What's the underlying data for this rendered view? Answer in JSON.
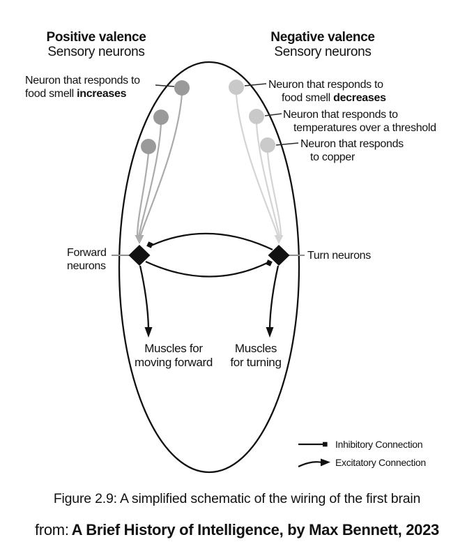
{
  "palette": {
    "positive_neuron": "#9a9a9a",
    "positive_path": "#ababab",
    "negative_neuron": "#c9c9c9",
    "negative_path": "#d4d4d4",
    "ink": "#111111",
    "label_connector_gray": "#8f8f8f",
    "background": "#ffffff"
  },
  "headers": {
    "positive": {
      "title": "Positive valence",
      "subtitle": "Sensory neurons"
    },
    "negative": {
      "title": "Negative valence",
      "subtitle": "Sensory neurons"
    }
  },
  "sensory_labels": {
    "positive_food": {
      "line1": "Neuron that responds to",
      "line2_prefix": "food smell",
      "line2_bold": "increases"
    },
    "negative_food": {
      "line1": "Neuron that responds to",
      "line2_prefix": "food smell",
      "line2_bold": "decreases"
    },
    "negative_temp": {
      "line1": "Neuron that responds to",
      "line2": "temperatures over a threshold"
    },
    "negative_copper": {
      "line1": "Neuron that responds",
      "line2": "to copper"
    }
  },
  "interneurons": {
    "forward": {
      "line1": "Forward",
      "line2": "neurons"
    },
    "turn": {
      "label": "Turn neurons"
    }
  },
  "muscles": {
    "forward": {
      "line1": "Muscles for",
      "line2": "moving forward"
    },
    "turning": {
      "line1": "Muscles",
      "line2": "for turning"
    }
  },
  "legend": {
    "inhibitory": "Inhibitory Connection",
    "excitatory": "Excitatory Connection"
  },
  "caption": "Figure 2.9: A simplified schematic of the wiring of the first brain",
  "source": {
    "prefix": "from:",
    "citation": "A Brief History of Intelligence, by Max Bennett, 2023"
  }
}
